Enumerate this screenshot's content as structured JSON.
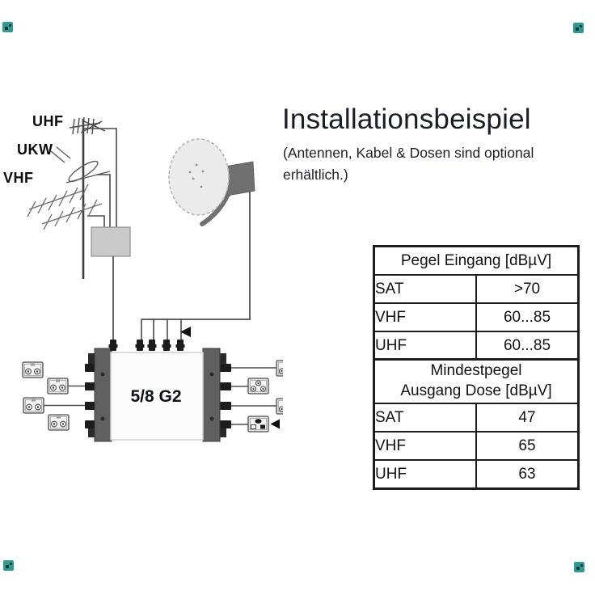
{
  "title_block": {
    "title": "Installationsbeispiel",
    "subtitle": "(Antennen, Kabel & Dosen sind optional\nerhältlich.)"
  },
  "diagram": {
    "antenna_labels": {
      "uhf": "UHF",
      "ukw": "UKW",
      "vhf": "VHF"
    },
    "multiswitch_label": "5/8 G2",
    "icons": {
      "uhf_antenna": "uhf-antenna-icon",
      "ukw_antenna": "ukw-antenna-icon",
      "vhf_antenna": "vhf-antenna-icon",
      "satellite_dish": "satellite-dish-icon",
      "direction_arrow": "arrow-left-icon"
    },
    "colors": {
      "cable_line": "#4a4a4a",
      "flange_gray": "#606060",
      "amp_box_fill": "#c9c9c9",
      "corner_mark_teal": "#2b9c90"
    }
  },
  "tables": [
    {
      "header": "Pegel Eingang [dBµV]",
      "rows": [
        {
          "label": "SAT",
          "value": ">70"
        },
        {
          "label": "VHF",
          "value": "60...85"
        },
        {
          "label": "UHF",
          "value": "60...85"
        }
      ]
    },
    {
      "header": "Mindestpegel\nAusgang Dose [dBµV]",
      "rows": [
        {
          "label": "SAT",
          "value": "47"
        },
        {
          "label": "VHF",
          "value": "65"
        },
        {
          "label": "UHF",
          "value": "63"
        }
      ]
    }
  ]
}
